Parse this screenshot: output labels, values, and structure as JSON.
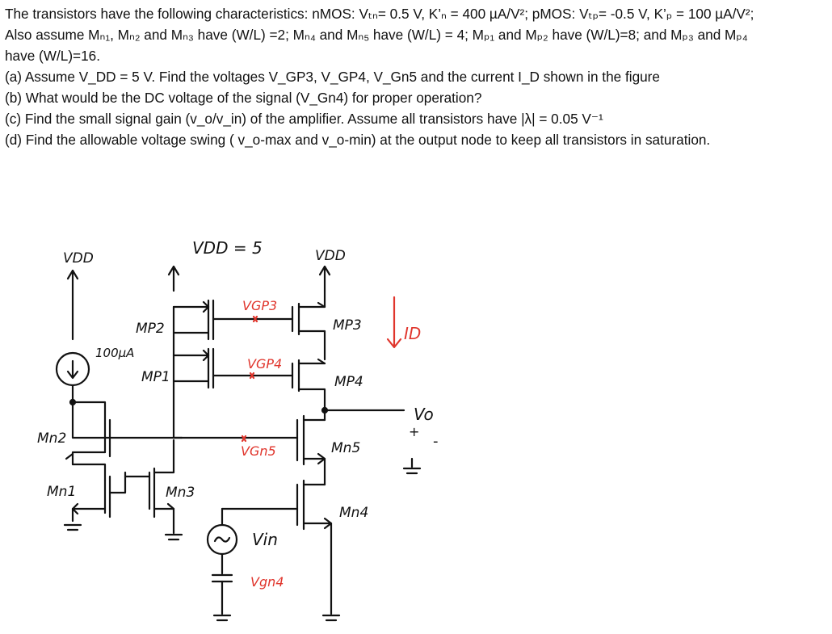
{
  "problem": {
    "line1": "The transistors have the following characteristics: nMOS: Vₜₙ= 0.5 V, K’ₙ = 400 µA/V²;  pMOS: Vₜₚ= -0.5 V, K’ₚ = 100 µA/V²;",
    "line2": "Also assume Mₙ₁, Mₙ₂ and Mₙ₃ have (W/L) =2;  Mₙ₄ and Mₙ₅ have (W/L) = 4;  Mₚ₁ and Mₚ₂ have (W/L)=8;  and  Mₚ₃ and Mₚ₄",
    "line3": "have (W/L)=16.",
    "a": "(a)  Assume V_DD = 5 V.  Find the voltages V_GP3, V_GP4, V_Gn5 and the current I_D shown in the figure",
    "b": "(b)  What would be the DC voltage of the signal (V_Gn4) for proper operation?",
    "c": "(c)  Find the small signal gain (v_o/v_in) of the amplifier. Assume all transistors have |λ| = 0.05 V⁻¹",
    "d": "(d)  Find the allowable voltage swing ( v_o-max and v_o-min) at the output node to keep all transistors in saturation."
  },
  "labels": {
    "vdd_left": "VDD",
    "vdd_mid": "VDD = 5",
    "vdd_right": "VDD",
    "current_src": "100µA",
    "mp2": "MP2",
    "mp1": "MP1",
    "mp3": "MP3",
    "mp4": "MP4",
    "mn2": "Mn2",
    "mn1": "Mn1",
    "mn3": "Mn3",
    "mn5": "Mn5",
    "mn4": "Mn4",
    "vgp3": "VGP3",
    "vgp4": "VGP4",
    "vgn5": "VGn5",
    "vgn4": "Vgn4",
    "id": "ID",
    "vo": "Vo",
    "vin": "Vin",
    "plus": "+",
    "minus": "-"
  },
  "colors": {
    "ink": "#111111",
    "annotation": "#e0352c"
  }
}
